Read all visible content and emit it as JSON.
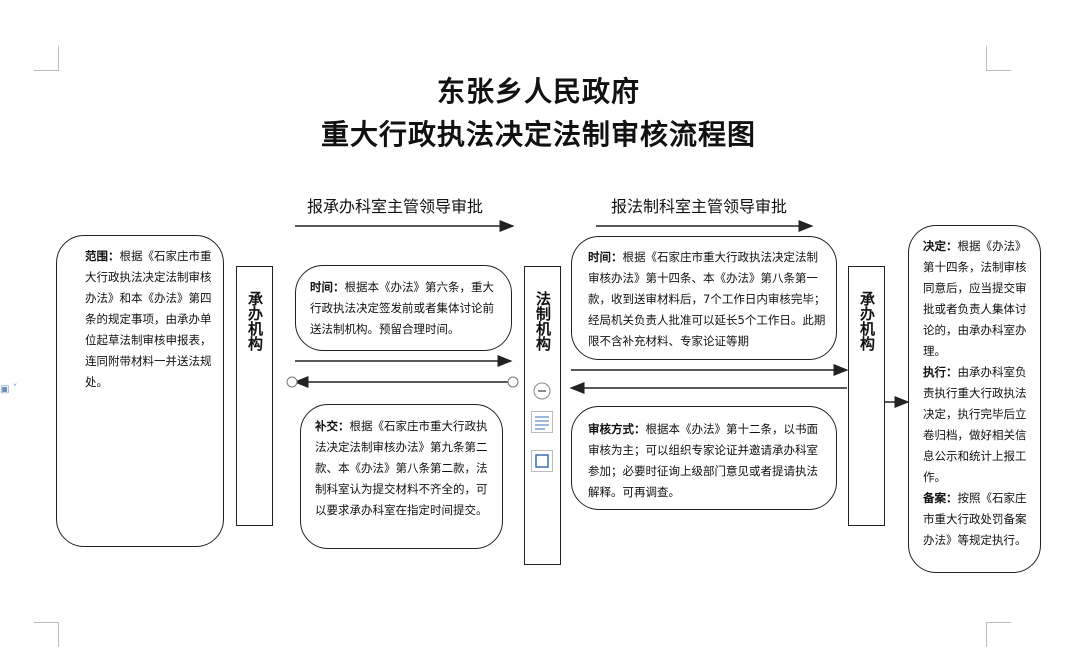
{
  "title": {
    "line1": "东张乡人民政府",
    "line2": "重大行政执法决定法制审核流程图"
  },
  "labels": {
    "left_top": "报承办科室主管领导审批",
    "right_top": "报法制科室主管领导审批"
  },
  "scope": {
    "heading": "范围：",
    "text": "根据《石家庄市重大行政执法决定法制审核办法》和本《办法》第四条的规定事项，由承办单位起草法制审核申报表，连同附带材料一并送法规处。"
  },
  "bars": {
    "left": "承办机构",
    "middle": "法制机构",
    "right": "承办机构"
  },
  "time1": {
    "heading": "时间：",
    "text": "根据本《办法》第六条，重大行政执法决定签发前或者集体讨论前送法制机构。预留合理时间。"
  },
  "supplement": {
    "heading": "补交：",
    "text": "根据《石家庄市重大行政执法决定法制审核办法》第九条第二款、本《办法》第八条第二款，法制科室认为提交材料不齐全的，可以要求承办科室在指定时间提交。"
  },
  "time2": {
    "heading": "时间：",
    "text": "根据《石家庄市重大行政执法决定法制审核办法》第十四条、本《办法》第八条第一款，收到送审材料后，7个工作日内审核完毕；经局机关负责人批准可以延长5个工作日。此期限不含补充材料、专家论证等期"
  },
  "review": {
    "heading": "审核方式：",
    "text": "根据本《办法》第十二条，以书面审核为主；可以组织专家论证并邀请承办科室参加；必要时征询上级部门意见或者提请执法解释。可再调查。"
  },
  "decision": {
    "d_heading": "决定：",
    "d_text": "根据《办法》第十四条，法制审核同意后，应当提交审批或者负责人集体讨论的，由承办科室办理。",
    "e_heading": "执行：",
    "e_text": "由承办科室负责执行重大行政执法决定，执行完毕后立卷归档，做好相关信息公示和统计上报工作。",
    "f_heading": "备案：",
    "f_text": "按照《石家庄市重大行政处罚备案办法》等规定执行。"
  },
  "colors": {
    "line": "#222222",
    "tool_accent": "#3b6db3"
  }
}
